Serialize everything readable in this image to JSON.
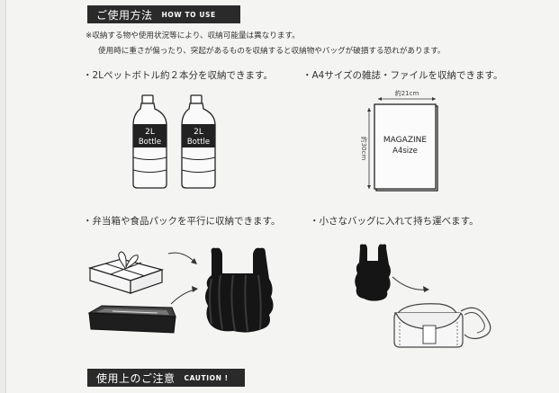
{
  "sections": {
    "how_to_use": {
      "title_jp": "ご使用方法",
      "title_en": "HOW TO USE"
    },
    "caution": {
      "title_jp": "使用上のご注意",
      "title_en": "CAUTION !"
    }
  },
  "notes": [
    "※収納する物や使用状況等により、収納可能量は異なります。",
    "使用時に重さが偏ったり、突起があるものを収納すると収納物やバッグが破損する恐れがあります。"
  ],
  "bullets": {
    "bottles": "・2Lペットボトル約２本分を収納できます。",
    "magazine": "・A4サイズの雑誌・ファイルを収納できます。",
    "lunchbox": "・弁当箱や食品パックを平行に収納できます。",
    "small_bag": "・小さなバッグに入れて持ち運べます。"
  },
  "bottle": {
    "line1": "2L",
    "line2": "Bottle"
  },
  "magazine": {
    "title": "MAGAZINE",
    "size": "A4size",
    "width_label": "約21cm",
    "height_label": "約30cm"
  },
  "icons": [
    "bottle-icon",
    "magazine-icon",
    "gift-box-icon",
    "tray-icon",
    "bag-icon",
    "pouch-icon",
    "arrow-icon"
  ]
}
